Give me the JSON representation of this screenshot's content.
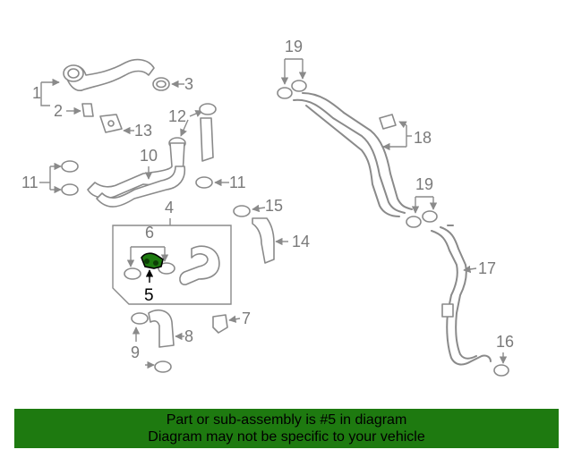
{
  "diagram": {
    "highlighted_part": "5",
    "callouts": [
      "1",
      "2",
      "3",
      "4",
      "5",
      "6",
      "7",
      "8",
      "9",
      "10",
      "11",
      "11",
      "12",
      "13",
      "14",
      "15",
      "16",
      "17",
      "18",
      "19",
      "19"
    ],
    "highlight_color": "#1e7a10"
  },
  "footer": {
    "line1": "Part or sub-assembly is #5 in diagram",
    "line2": "Diagram may not be specific to your vehicle",
    "background": "#1e7a10"
  }
}
